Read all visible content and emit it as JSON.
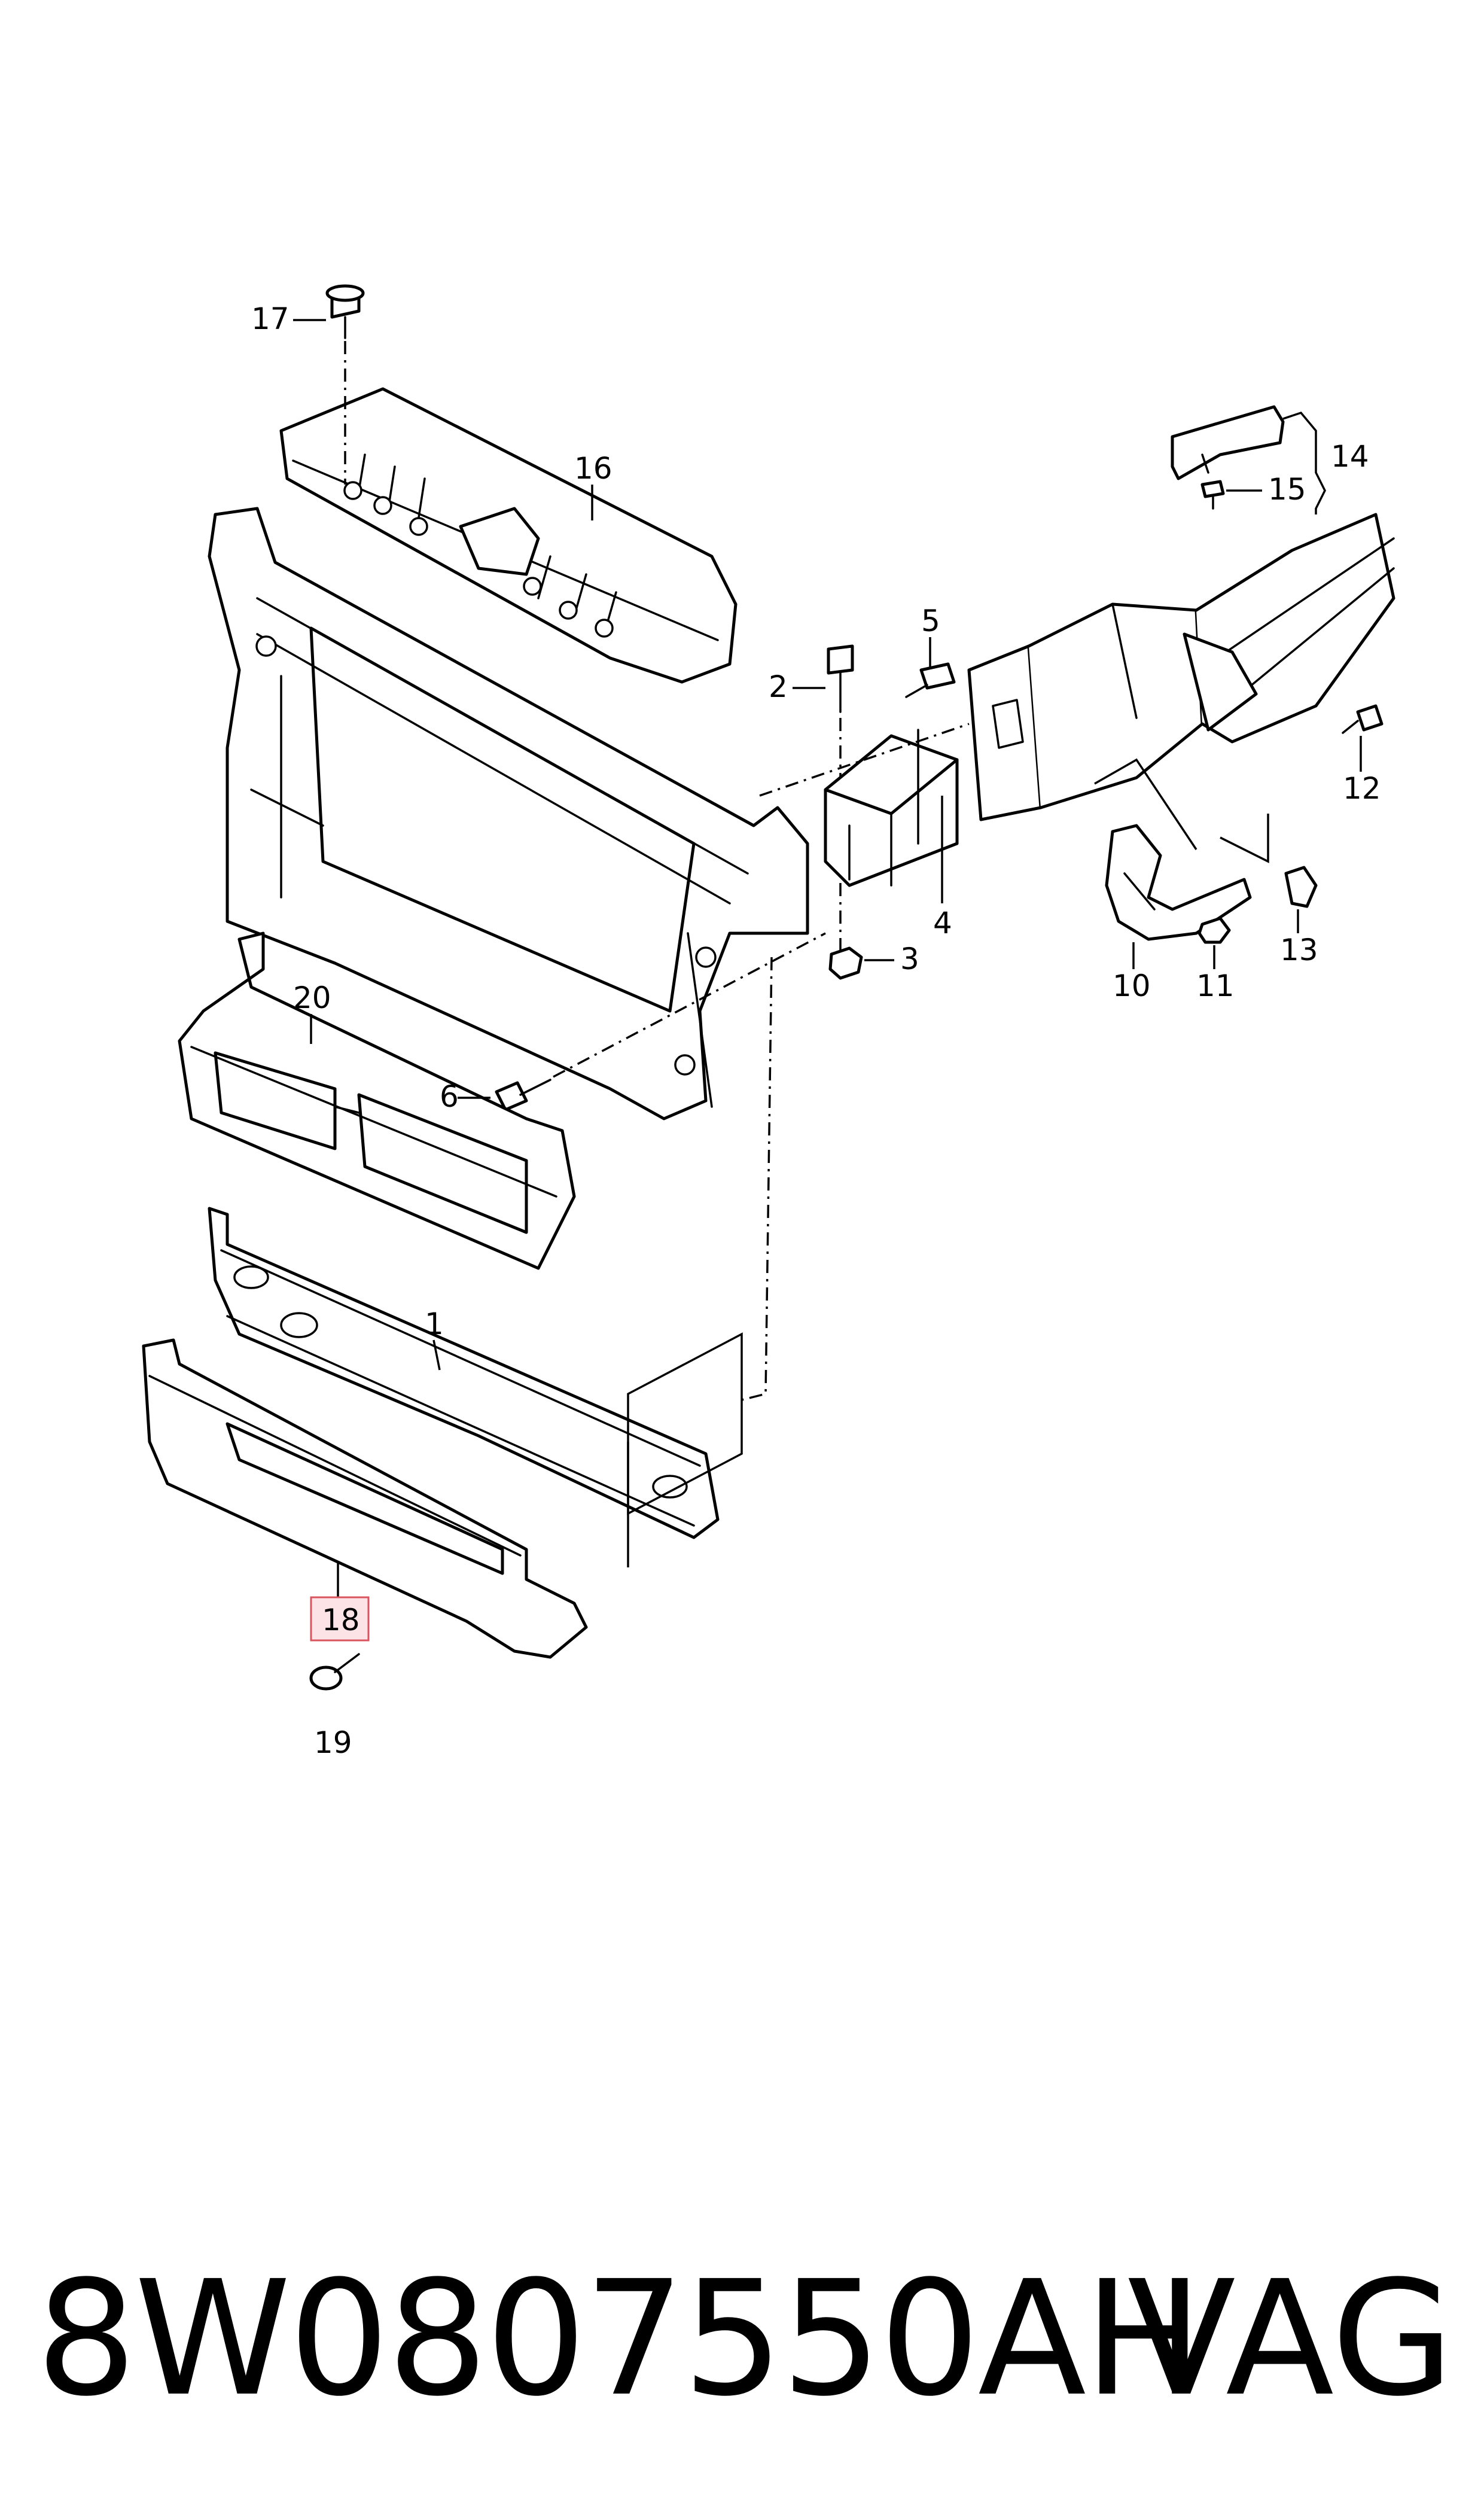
{
  "diagram": {
    "callouts": {
      "c1": "1",
      "c2": "2",
      "c3": "3",
      "c4": "4",
      "c5": "5",
      "c6": "6",
      "c10": "10",
      "c11": "11",
      "c12": "12",
      "c13": "13",
      "c14": "14",
      "c15": "15",
      "c16": "16",
      "c17": "17",
      "c18": "18",
      "c19": "19",
      "c20": "20"
    },
    "highlighted_callout": "18",
    "highlight_color": "#d9545f"
  },
  "footer": {
    "part_number": "8W0807550AH",
    "brand": "VAG"
  }
}
